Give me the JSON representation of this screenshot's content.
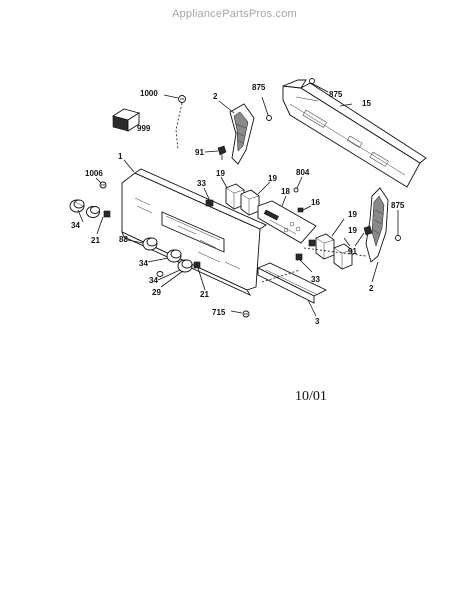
{
  "header": {
    "watermark": "AppliancePartsPros.com"
  },
  "diagram": {
    "labels": {
      "p1000": "1000",
      "p999": "999",
      "p2a": "2",
      "p875a": "875",
      "p875b": "875",
      "p15": "15",
      "p91a": "91",
      "p1": "1",
      "p1006": "1006",
      "p19a": "19",
      "p33a": "33",
      "p19b": "19",
      "p804": "804",
      "p18": "18",
      "p16": "16",
      "p875c": "875",
      "p34a": "34",
      "p21a": "21",
      "p88": "88",
      "p34b": "34",
      "p34c": "34",
      "p29": "29",
      "p21b": "21",
      "p19c": "19",
      "p19d": "19",
      "p91b": "91",
      "p33b": "33",
      "p2b": "2",
      "p715": "715",
      "p3": "3"
    },
    "date_code": "10/01"
  }
}
